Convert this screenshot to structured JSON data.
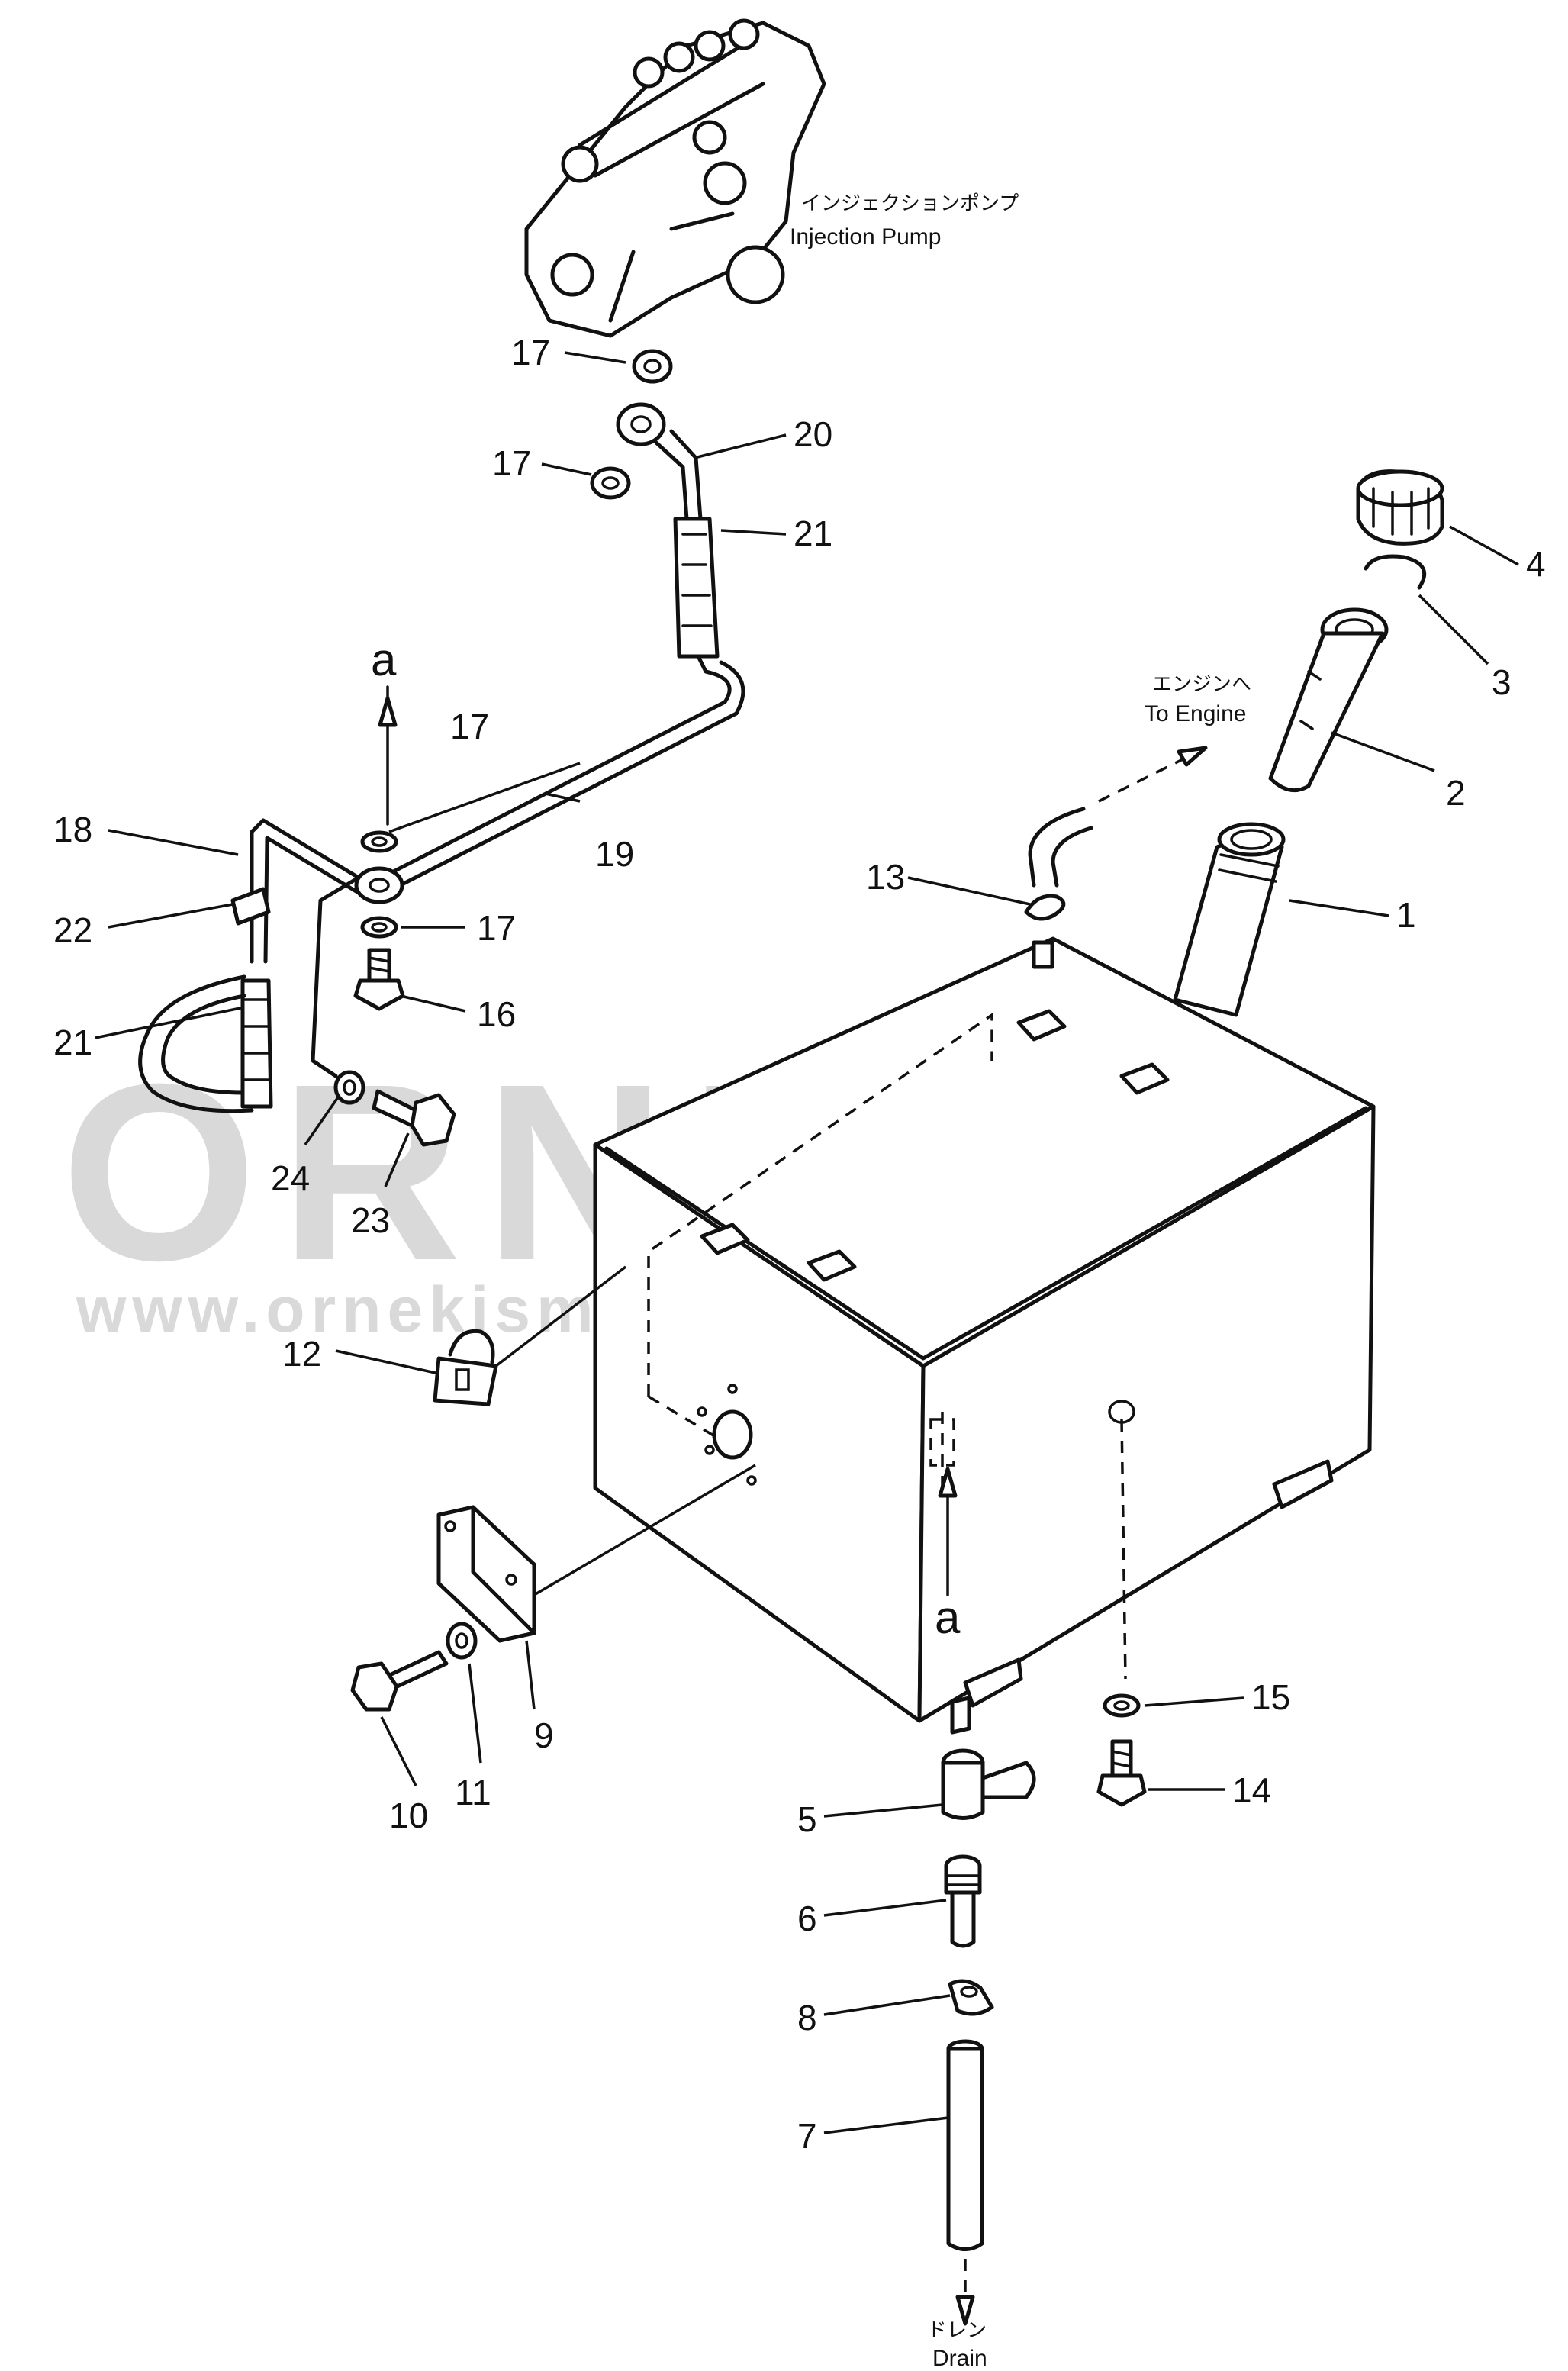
{
  "watermark": {
    "brand": "ORNEK",
    "url": "www.ornekismakinalari.com.tr"
  },
  "captions": {
    "injection_pump_jp": "インジェクションポンプ",
    "injection_pump_en": "Injection Pump",
    "to_engine_jp": "エンジンへ",
    "to_engine_en": "To Engine",
    "drain_jp": "ドレン",
    "drain_en": "Drain"
  },
  "view_marks": {
    "top": "a",
    "bottom": "a"
  },
  "part_labels": {
    "p1": "1",
    "p2": "2",
    "p3": "3",
    "p4": "4",
    "p5": "5",
    "p6": "6",
    "p7": "7",
    "p8": "8",
    "p9": "9",
    "p10": "10",
    "p11": "11",
    "p12": "12",
    "p13": "13",
    "p14": "14",
    "p15": "15",
    "p16": "16",
    "p17_a": "17",
    "p17_b": "17",
    "p17_c": "17",
    "p17_d": "17",
    "p18": "18",
    "p19": "19",
    "p20": "20",
    "p21_a": "21",
    "p21_b": "21",
    "p22": "22",
    "p23": "23",
    "p24": "24"
  }
}
